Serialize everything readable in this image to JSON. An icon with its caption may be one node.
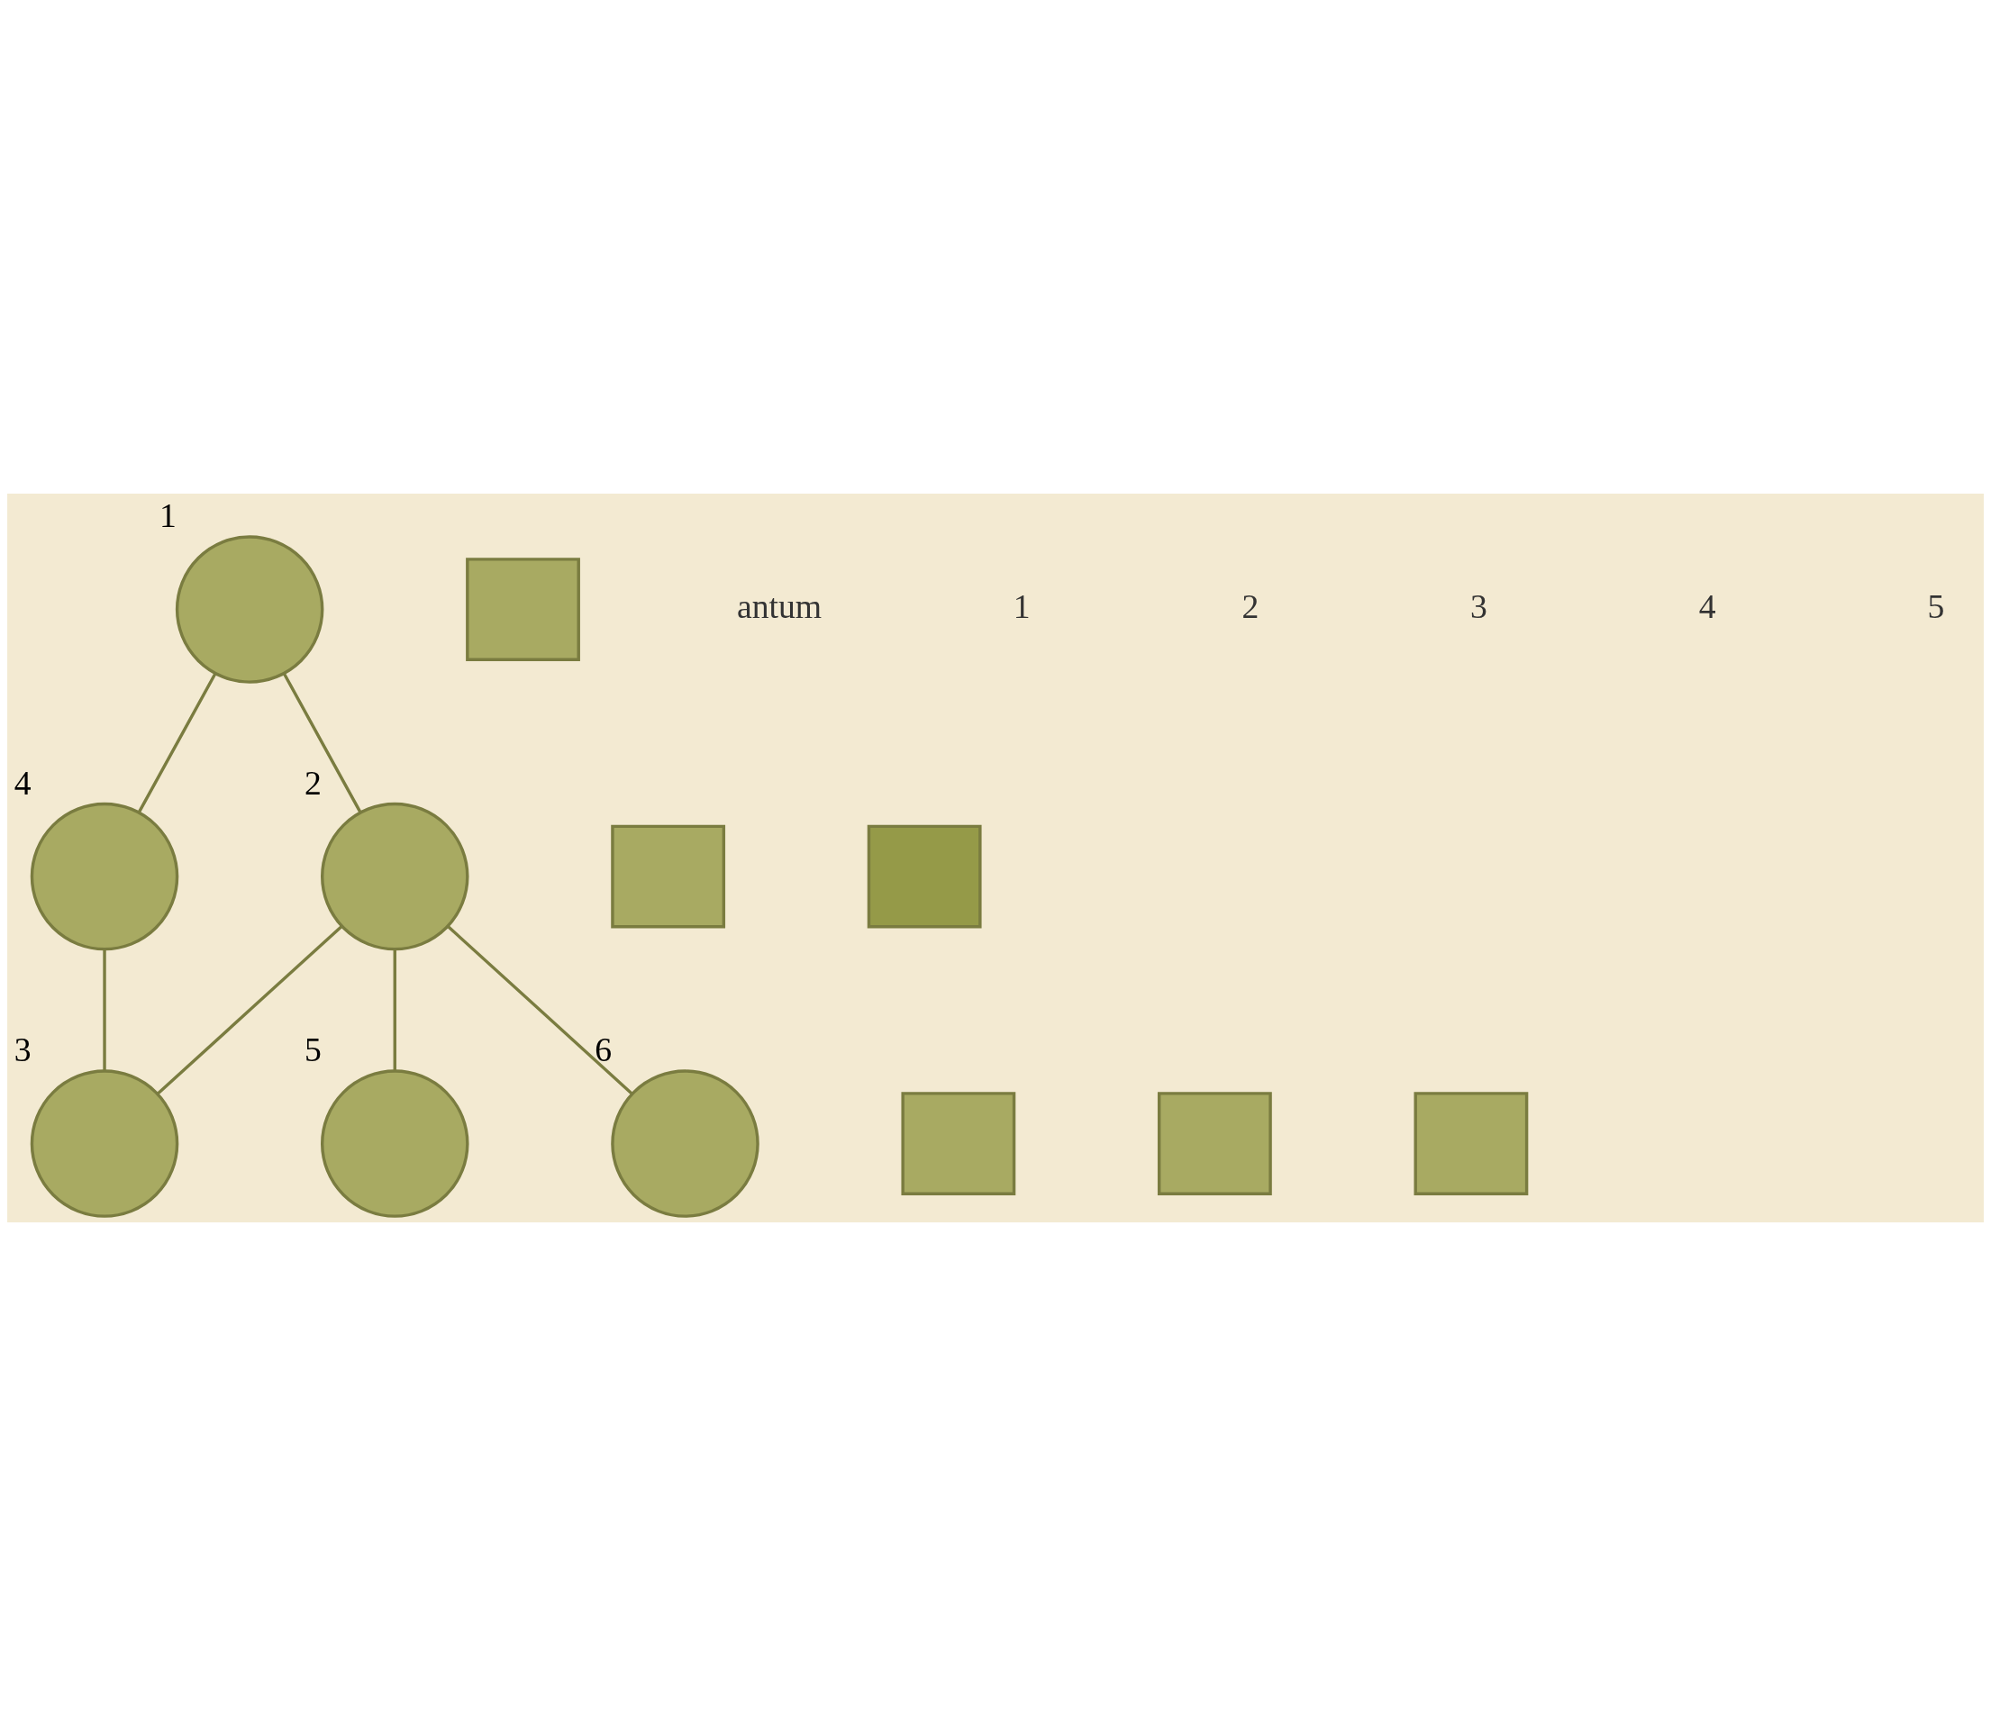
{
  "diagram": {
    "nodes": [
      {
        "text": [],
        "shape": "circle",
        "beside": [
          "1"
        ]
      },
      {
        "text": [],
        "shape": "circle",
        "beside": [
          "5"
        ]
      },
      {
        "text": [],
        "shape": "circle",
        "beside": [
          "4"
        ]
      },
      {
        "text": [],
        "shape": "circle",
        "beside": [
          "2"
        ]
      },
      {
        "text": [],
        "shape": "circle",
        "beside": [
          "3"
        ]
      },
      {
        "text": [],
        "shape": "circle",
        "beside": [
          "6"
        ]
      },
      {
        "text": [],
        "shape": "box"
      },
      {
        "text": [],
        "shape": "box"
      },
      {
        "text": [],
        "shape": "box"
      },
      {
        "text": [],
        "shape": "box"
      },
      {
        "text": [],
        "shape": "box"
      },
      {
        "text": [],
        "shape": "box"
      }
    ],
    "edges": [
      {
        "from": 0,
        "to": 2,
        "arrow": "none"
      },
      {
        "from": 0,
        "to": 3,
        "arrow": "none"
      },
      {
        "from": 3,
        "to": 1,
        "arrow": "none"
      },
      {
        "from": 3,
        "to": 4,
        "arrow": "none"
      },
      {
        "from": 3,
        "to": 5,
        "arrow": "none"
      },
      {
        "from": 2,
        "to": 4,
        "arrow": "none"
      }
    ],
    "labels": [
      "antum",
      "1",
      "2",
      "3",
      "4",
      "5"
    ]
  }
}
